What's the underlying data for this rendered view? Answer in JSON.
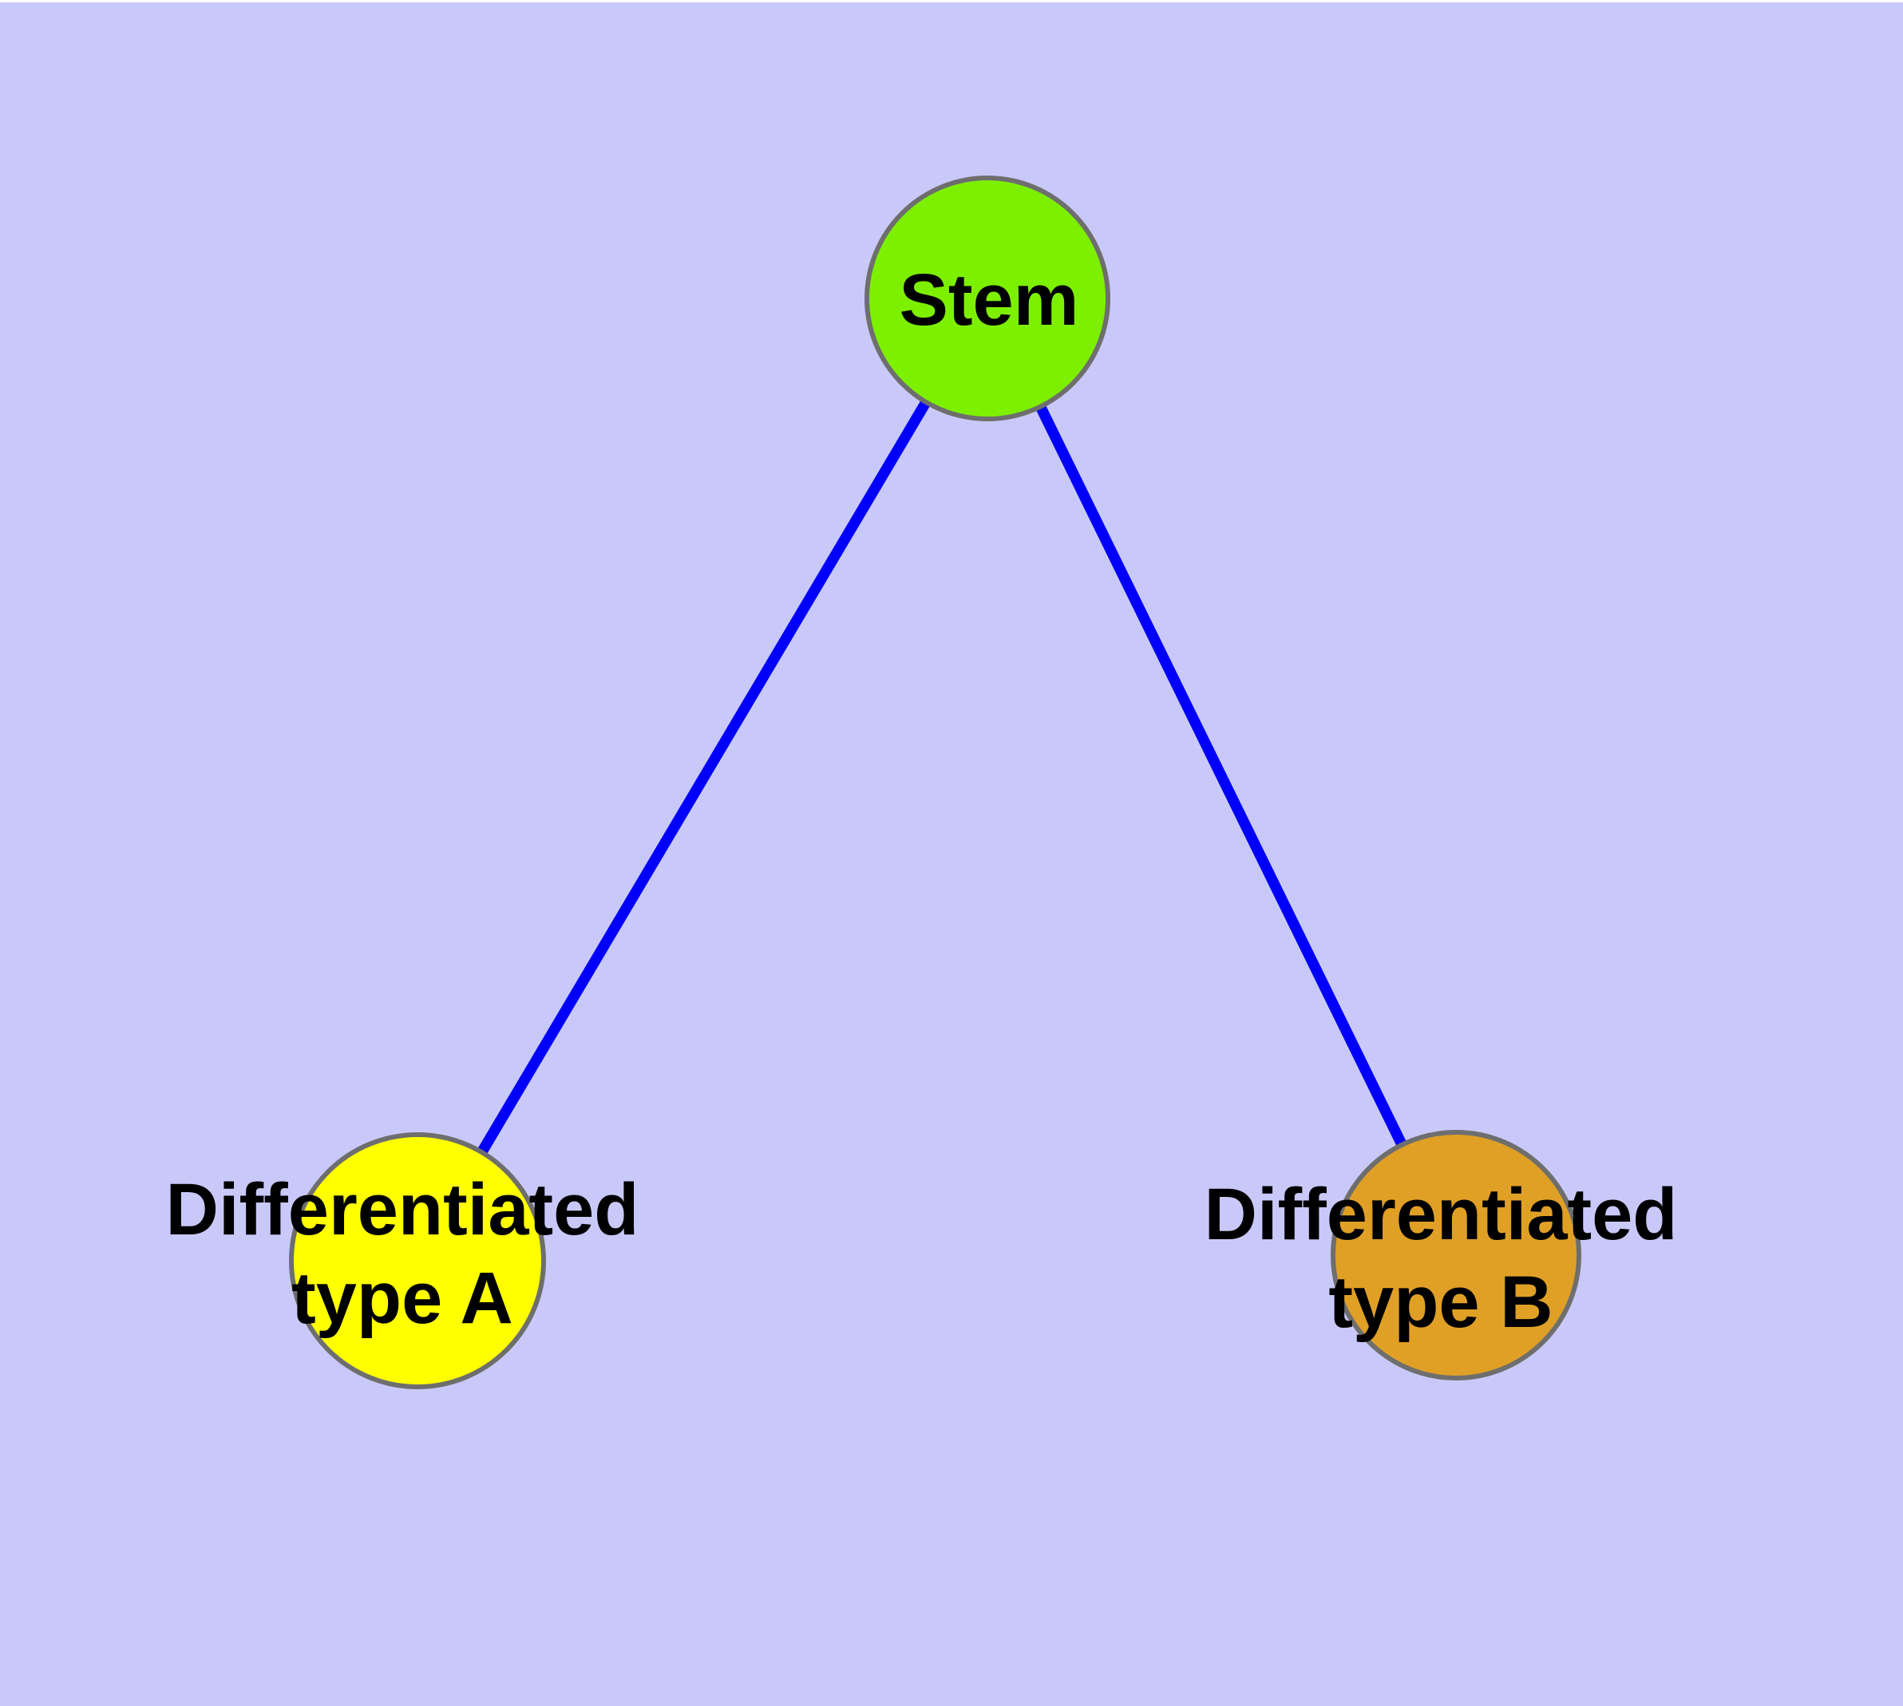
{
  "figure": {
    "description": "Cell differentiation tree diagram",
    "background_color": "#C9C9F9",
    "edge_color": "#0000FA",
    "node_border_color": "#6E6E6E",
    "label_color": "#000000",
    "nodes": [
      {
        "id": "stem",
        "label": "Stem",
        "lines": [
          "Stem",
          ""
        ],
        "fill": "#7DF000"
      },
      {
        "id": "diff-a",
        "label": "Differentiated type A",
        "lines": [
          "Differentiated",
          "type A"
        ],
        "fill": "#FFFF00"
      },
      {
        "id": "diff-b",
        "label": "Differentiated type B",
        "lines": [
          "Differentiated",
          "type B"
        ],
        "fill": "#E0A026"
      }
    ],
    "edges": [
      {
        "from": "Stem",
        "to": "Differentiated type A"
      },
      {
        "from": "Stem",
        "to": "Differentiated type B"
      }
    ]
  }
}
